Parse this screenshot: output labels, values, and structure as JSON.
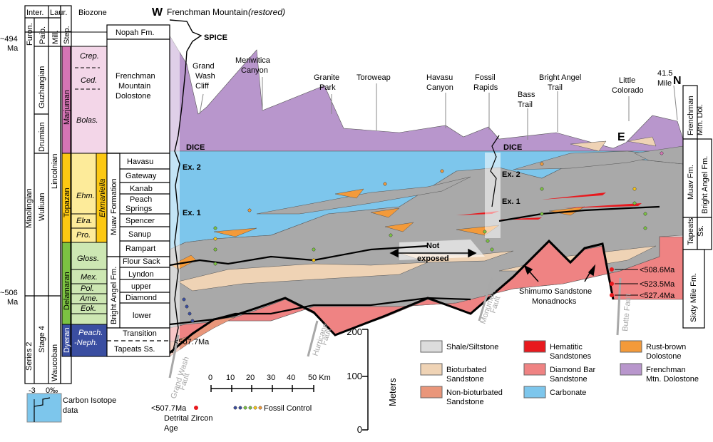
{
  "headers": {
    "inter": "Inter.",
    "laur": "Laur.",
    "biozone": "Biozone",
    "furon": "Furon.",
    "paib": "Paib.",
    "mill": "Mill.",
    "step": "Step."
  },
  "time_labels": {
    "ma494_a": "~494",
    "ma494_b": "Ma",
    "ma506_a": "~506",
    "ma506_b": "Ma"
  },
  "chrono": {
    "miaolingian": "Miaolingian",
    "series2": "Series 2",
    "wuliuan": "Wuliuan",
    "stage4": "Stage 4",
    "guzhangian": "Guzhangian",
    "drumian": "Drumian",
    "lincolnian": "Lincolnian",
    "waucoban": "Waucoban",
    "marjuman": "Marjuman",
    "topazan": "Topazan",
    "delamaran": "Delamaran",
    "dyeran": "Dyeran"
  },
  "biozones": {
    "crep": "Crep.",
    "ced": "Ced.",
    "bolas": "Bolas.",
    "ehm": "Ehm.",
    "elra": "Elra.",
    "pro": "Pro.",
    "gloss": "Gloss.",
    "mex": "Mex.",
    "pol": "Pol.",
    "ame": "Ame.",
    "eok": "Eok.",
    "peach": "Peach.",
    "neph": "-Neph.",
    "ehmaniella": "Ehmaniella"
  },
  "formations": {
    "nopah": "Nopah Fm.",
    "fmd1": "Frenchman",
    "fmd2": "Mountain",
    "fmd3": "Dolostone",
    "muav": "Muav Formation",
    "bright_angel": "Bright Angel Fm.",
    "havasu": "Havasu",
    "gateway": "Gateway",
    "kanab": "Kanab",
    "peach1": "Peach",
    "peach2": "Springs",
    "spencer": "Spencer",
    "sanup": "Sanup",
    "rampart": "Rampart",
    "flour_sack": "Flour Sack",
    "lyndon": "Lyndon",
    "upper": "upper",
    "diamond": "Diamond",
    "lower": "lower",
    "transition": "Transition",
    "tapeats": "Tapeats Ss."
  },
  "section_labels": {
    "w": "W",
    "frenchman_mountain": "Frenchman Mountain",
    "restored": "(restored)",
    "spice": "SPICE",
    "dice_left": "DICE",
    "dice_mid": "DICE",
    "ex2_left": "Ex. 2",
    "ex1_left": "Ex. 1",
    "ex2_mid": "Ex. 2",
    "ex1_mid": "Ex. 1",
    "n": "N",
    "e": "E",
    "age_507": "<507.7Ma",
    "not_exposed_1": "Not",
    "not_exposed_2": "exposed"
  },
  "localities": {
    "gw1": "Grand",
    "gw2": "Wash",
    "gw3": "Cliff",
    "mc1": "Meriwitica",
    "mc2": "Canyon",
    "gp1": "Granite",
    "gp2": "Park",
    "toroweap": "Toroweap",
    "hc1": "Havasu",
    "hc2": "Canyon",
    "fr1": "Fossil",
    "fr2": "Rapids",
    "bt1": "Bass",
    "bt2": "Trail",
    "ba1": "Bright Angel",
    "ba2": "Trail",
    "lc1": "Little",
    "lc2": "Colorado",
    "mile1": "41.5",
    "mile2": "Mile"
  },
  "faults": {
    "grand_wash_1": "Grand Wash",
    "grand_wash_2": "Fault",
    "hurricane_1": "Hurricane",
    "hurricane_2": "Fault",
    "monument_1": "Monument",
    "monument_2": "Fault",
    "butte": "Butte Fault"
  },
  "right_columns": {
    "fmd1": "Frenchman",
    "fmd2": "Mtn. Dol.",
    "muav": "Muav Fm.",
    "bright_angel": "Bright Angel Fm.",
    "tapeats1": "Tapeats",
    "tapeats2": "Ss.",
    "sixty_mile": "Sixty Mile Fm."
  },
  "ages": {
    "a1": "<508.6Ma",
    "a2": "<523.5Ma",
    "a3": "<527.4Ma"
  },
  "monadnocks": {
    "l1": "Shimumo Sandstone",
    "l2": "Monadnocks"
  },
  "scale": {
    "ticks": [
      "0",
      "10",
      "20",
      "30",
      "40",
      "50 Km"
    ],
    "meters_label": "Meters",
    "meters_ticks": [
      "200",
      "100",
      "0"
    ]
  },
  "legend_small": {
    "iso_left": "-3",
    "iso_right": "0‰",
    "iso_1": "Carbon Isotope",
    "iso_2": "data",
    "dz_age": "<507.7Ma",
    "dz_1": "Detrital Zircon",
    "dz_2": "Age",
    "fossil": "Fossil Control"
  },
  "legend": [
    {
      "label1": "Shale/Siltstone",
      "label2": "",
      "color": "#dcdcdc"
    },
    {
      "label1": "Bioturbated",
      "label2": "Sandstone",
      "color": "#efd3b5"
    },
    {
      "label1": "Non-bioturbated",
      "label2": "Sandstone",
      "color": "#e9967a"
    },
    {
      "label1": "Hematitic",
      "label2": "Sandstones",
      "color": "#e8191e"
    },
    {
      "label1": "Diamond Bar",
      "label2": "Sandstone",
      "color": "#ef8383"
    },
    {
      "label1": "Carbonate",
      "label2": "",
      "color": "#7dc6ec"
    },
    {
      "label1": "Rust-brown",
      "label2": "Dolostone",
      "color": "#f39a3a"
    },
    {
      "label1": "Frenchman",
      "label2": "Mtn. Dolostone",
      "color": "#b896cc"
    }
  ],
  "colors": {
    "shale": "#a9a9a9",
    "carbonate": "#7dc6ec",
    "fmd": "#b896cc",
    "pink": "#e98b8b",
    "bio": "#efd3b5",
    "rust": "#f39a3a",
    "marjuman": "#d475b4",
    "marjuman_light": "#f3d6e8",
    "topazan": "#fcc813",
    "topazan_light": "#fdeb9a",
    "delamaran": "#7cc242",
    "delamaran_light": "#cde7b3",
    "dyeran": "#3a4ea1"
  }
}
